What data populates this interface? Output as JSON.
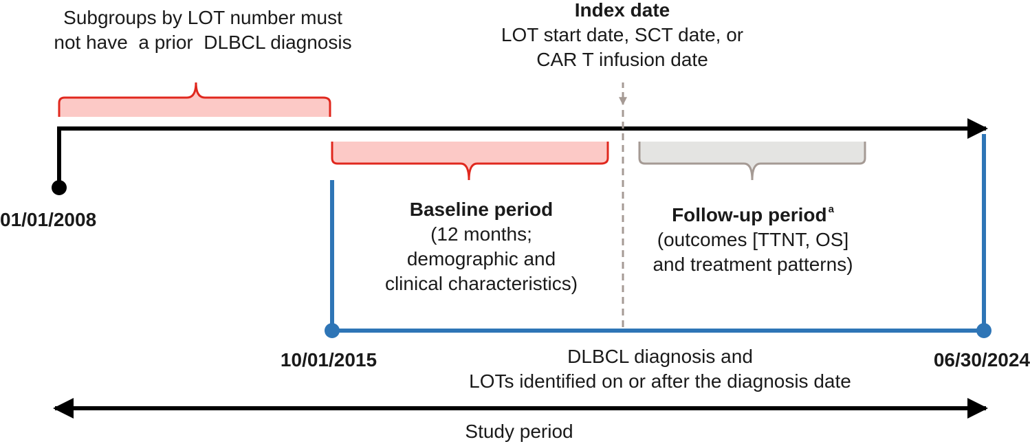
{
  "subgroups_note": {
    "line1": "Subgroups by LOT number must",
    "line2": "not have  a prior  DLBCL diagnosis"
  },
  "index_date": {
    "title": "Index date",
    "line1": "LOT start date, SCT date, or",
    "line2": "CAR T infusion date"
  },
  "dates": {
    "start": "01/01/2008",
    "baseline_start": "10/01/2015",
    "end": "06/30/2024"
  },
  "baseline_period": {
    "title": "Baseline period",
    "line1": "(12 months;",
    "line2": "demographic and",
    "line3": "clinical characteristics)"
  },
  "followup_period": {
    "title": "Follow-up period",
    "footnote": "a",
    "line1": "(outcomes [TTNT, OS]",
    "line2": "and treatment patterns)"
  },
  "diagnosis_note": {
    "line1": "DLBCL diagnosis and",
    "line2": "LOTs identified on or after the diagnosis date"
  },
  "study_period": "Study period",
  "colors": {
    "timeline": "#000000",
    "blue_window": "#2e75b6",
    "red_bracket_stroke": "#e0281e",
    "red_bracket_fill": "#fcc9c6",
    "gray_bracket_stroke": "#a59a94",
    "gray_bracket_fill": "#e4e4e2",
    "dashed_line": "#a59a94"
  }
}
